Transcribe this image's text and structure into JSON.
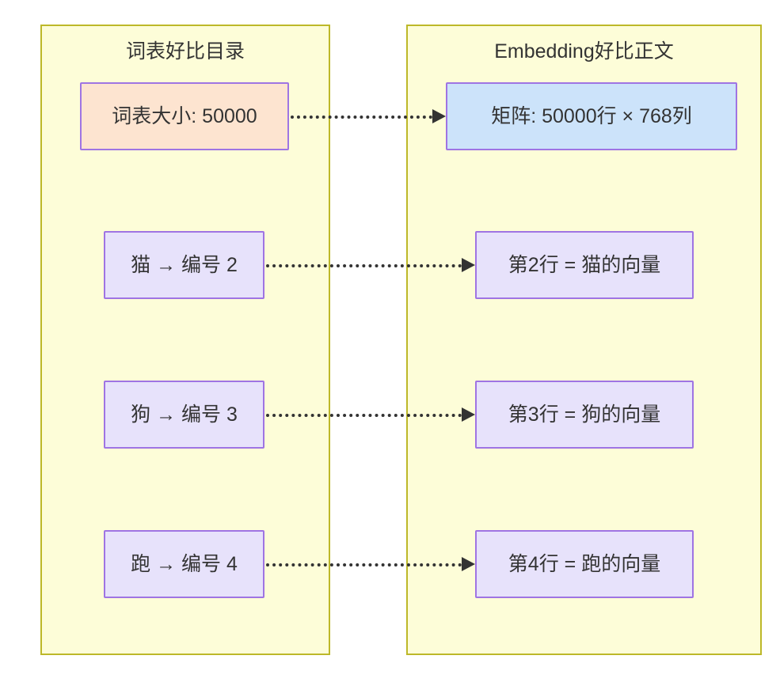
{
  "diagram": {
    "groups": [
      {
        "id": "vocab",
        "title": "词表好比目录",
        "nodes": [
          {
            "id": "vocab-size",
            "label": "词表大小: 50000",
            "fill": "#fde4d0",
            "border": "#9f74e3"
          },
          {
            "id": "cat-id",
            "label": "猫 → 编号 2",
            "fill": "#e7e2fb",
            "border": "#9f74e3"
          },
          {
            "id": "dog-id",
            "label": "狗 → 编号 3",
            "fill": "#e7e2fb",
            "border": "#9f74e3"
          },
          {
            "id": "run-id",
            "label": "跑 → 编号 4",
            "fill": "#e7e2fb",
            "border": "#9f74e3"
          }
        ]
      },
      {
        "id": "embedding",
        "title": "Embedding好比正文",
        "nodes": [
          {
            "id": "matrix",
            "label": "矩阵: 50000行 × 768列",
            "fill": "#cce3fa",
            "border": "#9f74e3"
          },
          {
            "id": "cat-vec",
            "label": "第2行 = 猫的向量",
            "fill": "#e7e2fb",
            "border": "#9f74e3"
          },
          {
            "id": "dog-vec",
            "label": "第3行 = 狗的向量",
            "fill": "#e7e2fb",
            "border": "#9f74e3"
          },
          {
            "id": "run-vec",
            "label": "第4行 = 跑的向量",
            "fill": "#e7e2fb",
            "border": "#9f74e3"
          }
        ]
      }
    ],
    "edges": [
      {
        "id": "edge-1",
        "from": "vocab-size",
        "to": "matrix",
        "style": "dotted",
        "arrowhead": "triangle"
      },
      {
        "id": "edge-2",
        "from": "cat-id",
        "to": "cat-vec",
        "style": "dotted",
        "arrowhead": "triangle"
      },
      {
        "id": "edge-3",
        "from": "dog-id",
        "to": "dog-vec",
        "style": "dotted",
        "arrowhead": "triangle"
      },
      {
        "id": "edge-4",
        "from": "run-id",
        "to": "run-vec",
        "style": "dotted",
        "arrowhead": "triangle"
      }
    ],
    "colors": {
      "group_fill": "#fdfdd8",
      "group_border": "#bdb829",
      "node_border_purple": "#9f74e3",
      "node_fill_orange": "#fde4d0",
      "node_fill_blue": "#cce3fa",
      "node_fill_purple": "#e7e2fb",
      "edge": "#333333",
      "text": "#333333",
      "background": "#ffffff"
    }
  }
}
